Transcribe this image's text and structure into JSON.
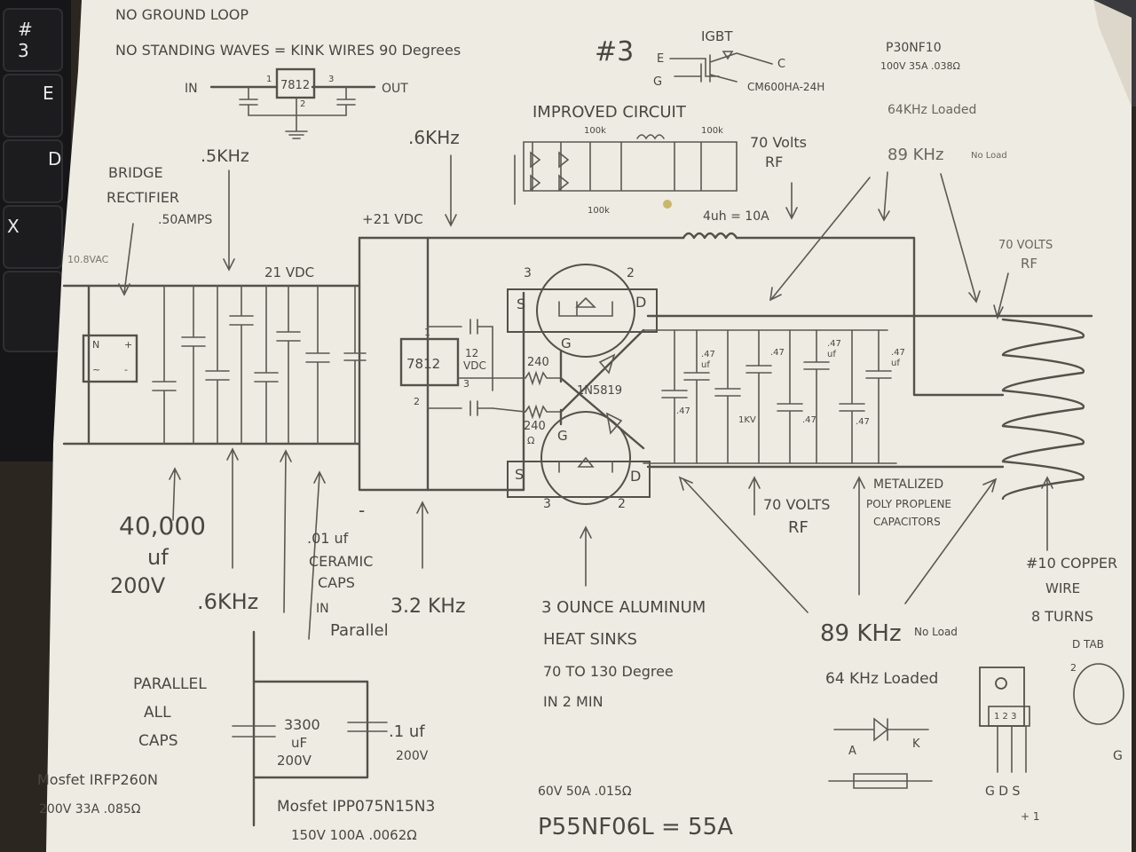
{
  "keyboard": {
    "keys": [
      "#",
      "3",
      "E",
      "D",
      "X"
    ]
  },
  "colors": {
    "paper": "#eeebe2",
    "ink": "#4a4642",
    "desk": "#2b2620"
  },
  "notes": {
    "line1": "NO GROUND LOOP",
    "line2": "NO STANDING WAVES = KINK WIRES 90 Degrees",
    "number": "#3",
    "improved": "IMPROVED CIRCUIT"
  },
  "regulator_top": {
    "in": "IN",
    "out": "OUT",
    "chip": "7812",
    "pin1": "1",
    "pin2": "2",
    "pin3": "3"
  },
  "igbt": {
    "title": "IGBT",
    "e": "E",
    "g": "G",
    "c": "C",
    "model": "CM600HA-24H"
  },
  "mosfet_ref": {
    "part": "P30NF10",
    "spec": "100V 35A .038Ω",
    "loaded": "64KHz Loaded"
  },
  "labels": {
    "five_khz": ".5KHz",
    "bridge": "BRIDGE",
    "rectifier": "RECTIFIER",
    "fifty_amps": ".50AMPS",
    "six_khz_top": ".6KHz",
    "plus21": "+21 VDC",
    "seventy_rf_top": "70 Volts",
    "rf_top": "RF",
    "eightynine_top": "89 KHz",
    "noload_top": "No Load",
    "seventy_right": "70 VOLTS",
    "rf_right": "RF",
    "inductor": "4uh = 10A",
    "hundredk1": "100k",
    "hundredk2": "100k",
    "hundredk3": "100k",
    "twentyone": "21 VDC",
    "ac_in": "10.8VAC",
    "bridge_n": "N",
    "bridge_plus": "+",
    "bridge_ac": "~",
    "bridge_minus": "-",
    "reg_chip": "7812",
    "reg_12": "12",
    "reg_vdc": "VDC",
    "reg_1": "1",
    "reg_2": "2",
    "reg_3": "3",
    "r240a": "240",
    "r240b": "240",
    "ohm": "Ω",
    "diode": "1N5819",
    "s_top": "S",
    "d_top": "D",
    "g_top": "G",
    "n3_top": "3",
    "n2_top": "2",
    "s_bot": "S",
    "d_bot": "D",
    "g_bot": "G",
    "n3_bot": "3",
    "n2_bot": "2",
    "cap47": ".47",
    "capuf": "uf",
    "cap1kv": "1KV",
    "minus_sign": "-",
    "forty_k": "40,000",
    "uf": "uf",
    "two_hundred_v": "200V",
    "six_khz_bottom": ".6KHz",
    "ceramic1": ".01 uf",
    "ceramic2": "CERAMIC",
    "ceramic3": "CAPS",
    "ceramic4": "IN",
    "ceramic5": "Parallel",
    "three_two": "3.2 KHz",
    "heat1": "3 OUNCE ALUMINUM",
    "heat2": "HEAT SINKS",
    "heat3": "70 TO 130 Degree",
    "heat4": "IN 2 MIN",
    "seventy_mid": "70 VOLTS",
    "rf_mid": "RF",
    "metal1": "METALIZED",
    "metal2": "POLY PROPLENE",
    "metal3": "CAPACITORS",
    "copper1": "#10 COPPER",
    "copper2": "WIRE",
    "copper3": "8 TURNS",
    "eightynine_bottom": "89 KHz",
    "noload_bottom": "No Load",
    "sixtyfour_bottom": "64 KHz Loaded",
    "parallel1": "PARALLEL",
    "parallel2": "ALL",
    "parallel3": "CAPS",
    "c3300a": "3300",
    "c3300b": "uF",
    "c3300c": "200V",
    "c01": ".1 uf",
    "c01v": "200V",
    "mos1": "Mosfet IRFP260N",
    "mos1spec": "200V 33A .085Ω",
    "mos2": "Mosfet IPP075N15N3",
    "mos2spec": "150V 100A .0062Ω",
    "mos3spec": "60V 50A .015Ω",
    "mos3": "P55NF06L = 55A",
    "diode_a": "A",
    "diode_k": "K",
    "tab_dtab": "D TAB",
    "tab_2": "2",
    "tab_g": "G",
    "tab_gds": "G D S",
    "tab_123": "1 2 3",
    "tab_plus": "+ 1"
  }
}
